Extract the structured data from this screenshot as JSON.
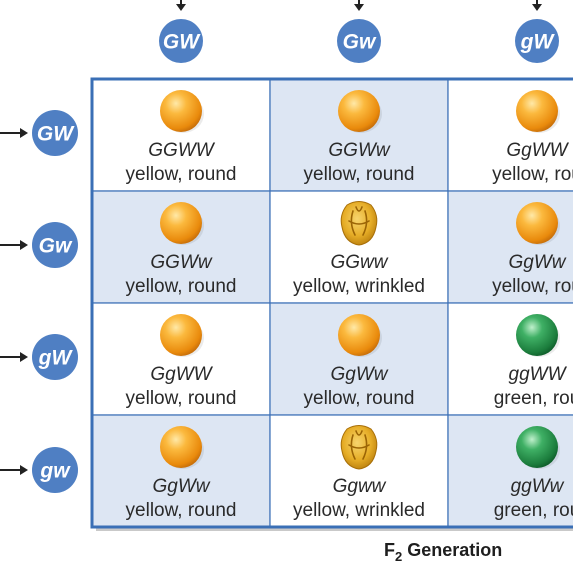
{
  "top_gametes": [
    "GW",
    "Gw",
    "gW"
  ],
  "side_gametes": [
    "GW",
    "Gw",
    "gW",
    "gw"
  ],
  "cells": [
    [
      {
        "genotype": "GGWW",
        "phenotype": "yellow, round",
        "seed": "yellow-round"
      },
      {
        "genotype": "GGWw",
        "phenotype": "yellow, round",
        "seed": "yellow-round"
      },
      {
        "genotype": "GgWW",
        "phenotype": "yellow, rou",
        "seed": "yellow-round"
      }
    ],
    [
      {
        "genotype": "GGWw",
        "phenotype": "yellow, round",
        "seed": "yellow-round"
      },
      {
        "genotype": "GGww",
        "phenotype": "yellow, wrinkled",
        "seed": "yellow-wrinkled"
      },
      {
        "genotype": "GgWw",
        "phenotype": "yellow, rou",
        "seed": "yellow-round"
      }
    ],
    [
      {
        "genotype": "GgWW",
        "phenotype": "yellow, round",
        "seed": "yellow-round"
      },
      {
        "genotype": "GgWw",
        "phenotype": "yellow, round",
        "seed": "yellow-round"
      },
      {
        "genotype": "ggWW",
        "phenotype": "green, rou",
        "seed": "green-round"
      }
    ],
    [
      {
        "genotype": "GgWw",
        "phenotype": "yellow, round",
        "seed": "yellow-round"
      },
      {
        "genotype": "Ggww",
        "phenotype": "yellow, wrinkled",
        "seed": "yellow-wrinkled"
      },
      {
        "genotype": "ggWw",
        "phenotype": "green, rou",
        "seed": "green-round"
      }
    ]
  ],
  "caption_main": "F",
  "caption_sub": "2",
  "caption_rest": " Generation",
  "colors": {
    "gamete_circle": "#4f7fc3",
    "grid_border": "#3a6fb6",
    "cell_shaded": "#dde6f3",
    "cell_plain": "#ffffff"
  }
}
